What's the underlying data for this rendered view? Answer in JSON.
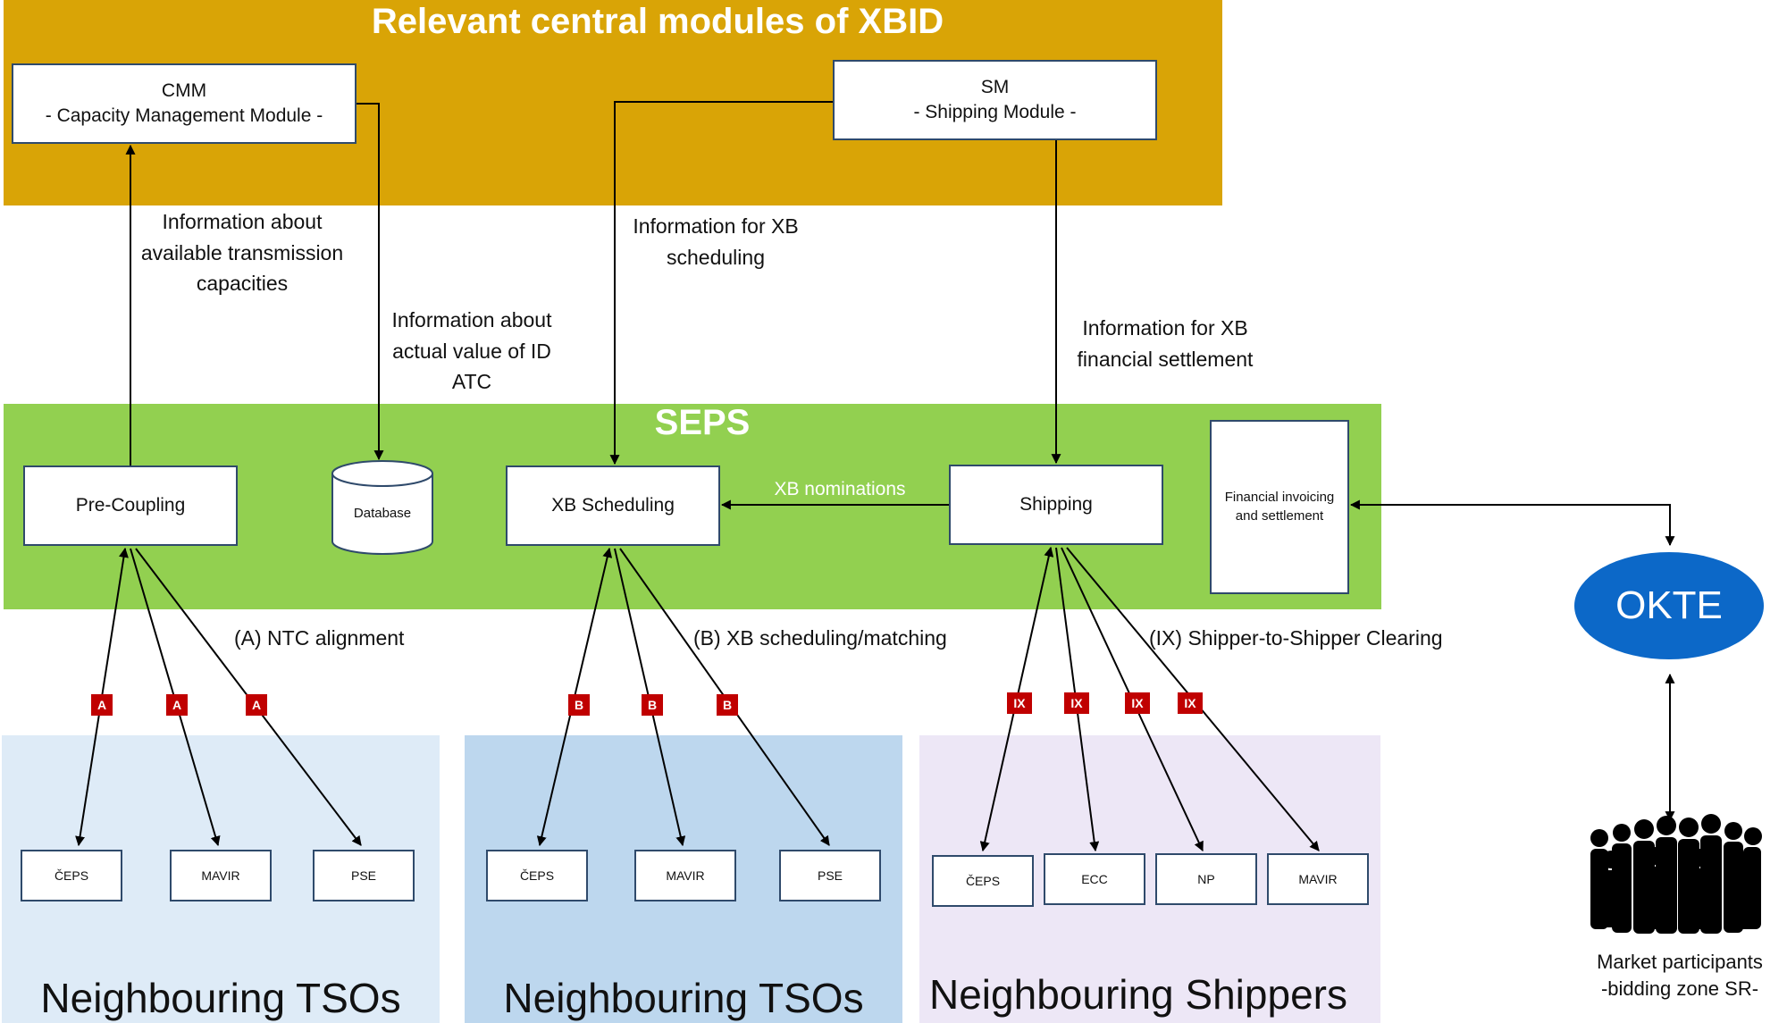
{
  "xbid": {
    "title": "Relevant central modules of XBID"
  },
  "cmm": {
    "line1": "CMM",
    "line2": "- Capacity Management Module -"
  },
  "sm": {
    "line1": "SM",
    "line2": "- Shipping Module -"
  },
  "seps": {
    "title": "SEPS"
  },
  "modules": {
    "precoupling": "Pre-Coupling",
    "database": "Database",
    "xbscheduling": "XB Scheduling",
    "shipping": "Shipping",
    "financial": "Financial invoicing and settlement"
  },
  "labels": {
    "info_capacities": "Information about available transmission capacities",
    "info_atc": "Information about actual value of ID ATC",
    "info_xb_scheduling": "Information for XB scheduling",
    "info_xb_settlement": "Information for XB financial settlement",
    "xb_nominations": "XB nominations",
    "ntc_alignment": "(A) NTC alignment",
    "xb_matching": "(B) XB scheduling/matching",
    "shipper_clearing": "(IX)  Shipper-to-Shipper Clearing"
  },
  "tags": {
    "a": "A",
    "b": "B",
    "ix": "IX"
  },
  "regions": {
    "tsos1": {
      "title": "Neighbouring TSOs",
      "boxes": [
        "ČEPS",
        "MAVIR",
        "PSE"
      ]
    },
    "tsos2": {
      "title": "Neighbouring TSOs",
      "boxes": [
        "ČEPS",
        "MAVIR",
        "PSE"
      ]
    },
    "shippers": {
      "title": "Neighbouring Shippers",
      "boxes": [
        "ČEPS",
        "ECC",
        "NP",
        "MAVIR"
      ]
    }
  },
  "okte": {
    "label": "OKTE"
  },
  "market": {
    "line1": "Market participants",
    "line2": "-bidding zone SR-"
  },
  "colors": {
    "xbid_band": "#d9a406",
    "seps_band": "#92d050",
    "tsos1_band": "#deebf7",
    "tsos2_band": "#bdd7ee",
    "shippers_band": "#ede7f6",
    "okte": "#0c68c8",
    "tag": "#c00000"
  }
}
